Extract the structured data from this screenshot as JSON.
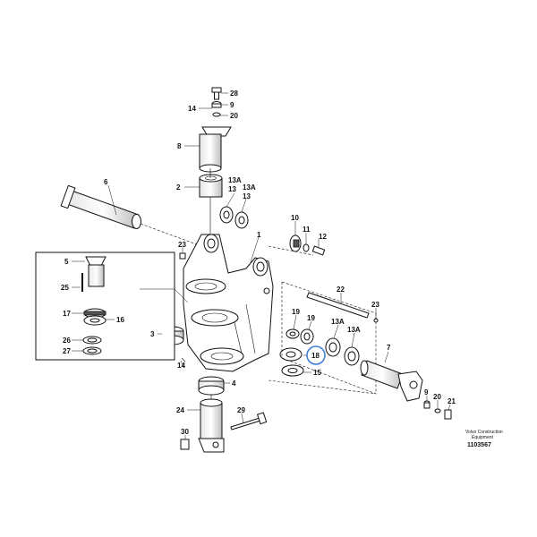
{
  "labels": {
    "l28": "28",
    "l9a": "9",
    "l14a": "14",
    "l20a": "20",
    "l8": "8",
    "l6": "6",
    "l2": "2",
    "l13a_1": "13A",
    "l13_1": "13",
    "l13a_2": "13A",
    "l13_2": "13",
    "l10": "10",
    "l11": "11",
    "l12": "12",
    "l1": "1",
    "l23a": "23",
    "l5": "5",
    "l25": "25",
    "l17": "17",
    "l16": "16",
    "l26": "26",
    "l27": "27",
    "l22": "22",
    "l23b": "23",
    "l19a": "19",
    "l19b": "19",
    "l13a_3": "13A",
    "l13a_4": "13A",
    "l3": "3",
    "l14b": "14",
    "l18": "18",
    "l15": "15",
    "l7": "7",
    "l4": "4",
    "l24": "24",
    "l29": "29",
    "l30": "30",
    "l9b": "9",
    "l20b": "20",
    "l21": "21"
  },
  "footer": {
    "brand_line1": "Volvo Construction",
    "brand_line2": "Equipment",
    "code": "1103567"
  },
  "highlight_color": "#3a7bd5"
}
